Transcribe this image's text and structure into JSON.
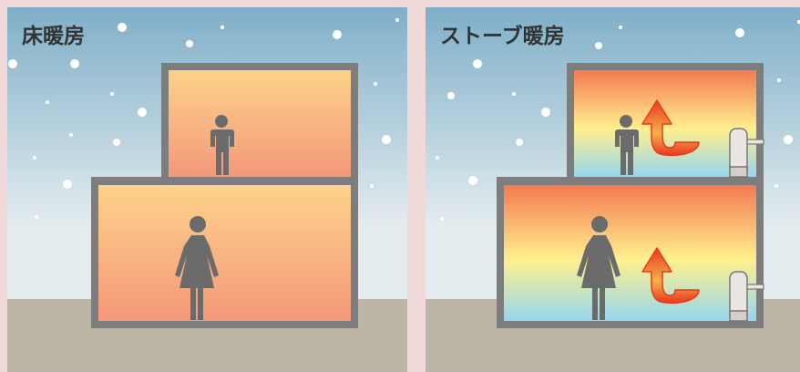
{
  "panels": [
    {
      "title": "床暖房",
      "heating": "floor"
    },
    {
      "title": "ストーブ暖房",
      "heating": "stove"
    }
  ],
  "colors": {
    "sky_top": "#7fafc8",
    "sky_bottom": "#e4ecef",
    "ground": "#bdb5a6",
    "wall": "#7d7d7d",
    "floor_warm_top": "#fcd28a",
    "floor_warm_bottom": "#f4987a",
    "stove_hot": "#f47a52",
    "stove_mid": "#fff08e",
    "stove_cold": "#95d6ee",
    "arrow_red": "#e8391f",
    "arrow_orange": "#f7b04a",
    "person": "#6b6b6b",
    "snow": "#ffffff",
    "page_bg": "#f1d8d9"
  },
  "icons": [
    "snowflake-dot",
    "person-icon",
    "woman-icon",
    "heat-arrow-icon",
    "stove-icon"
  ]
}
